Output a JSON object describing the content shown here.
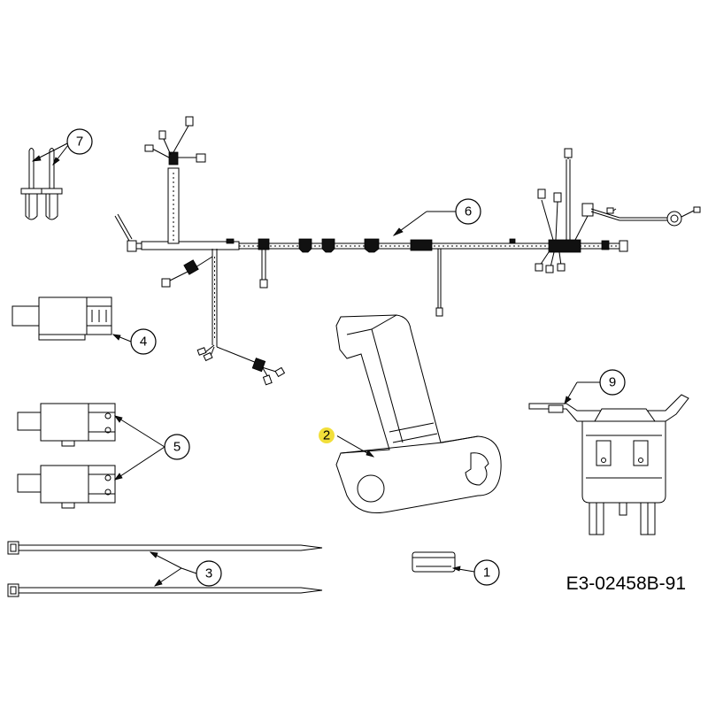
{
  "diagram": {
    "reference_code": "E3-02458B-91",
    "highlight_color": "#f2df3a",
    "callouts": [
      {
        "id": "c1",
        "label": "1",
        "part": "fuse"
      },
      {
        "id": "c2",
        "label": "2",
        "part": "bracket",
        "highlighted": true
      },
      {
        "id": "c3",
        "label": "3",
        "part": "cable-ties"
      },
      {
        "id": "c4",
        "label": "4",
        "part": "connector"
      },
      {
        "id": "c5",
        "label": "5",
        "part": "connectors"
      },
      {
        "id": "c6",
        "label": "6",
        "part": "wiring-harness"
      },
      {
        "id": "c7",
        "label": "7",
        "part": "rivets"
      },
      {
        "id": "c9",
        "label": "9",
        "part": "solenoid"
      }
    ]
  }
}
